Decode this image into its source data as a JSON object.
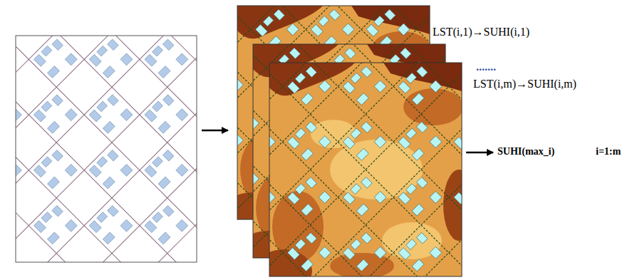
{
  "diagram": {
    "labels": [
      "LST(i,1)→SUHI(i,1)",
      ".......",
      "LST(i,m)→SUHI(i,m)",
      "SUHI(max_i)",
      "i=1:m"
    ]
  }
}
